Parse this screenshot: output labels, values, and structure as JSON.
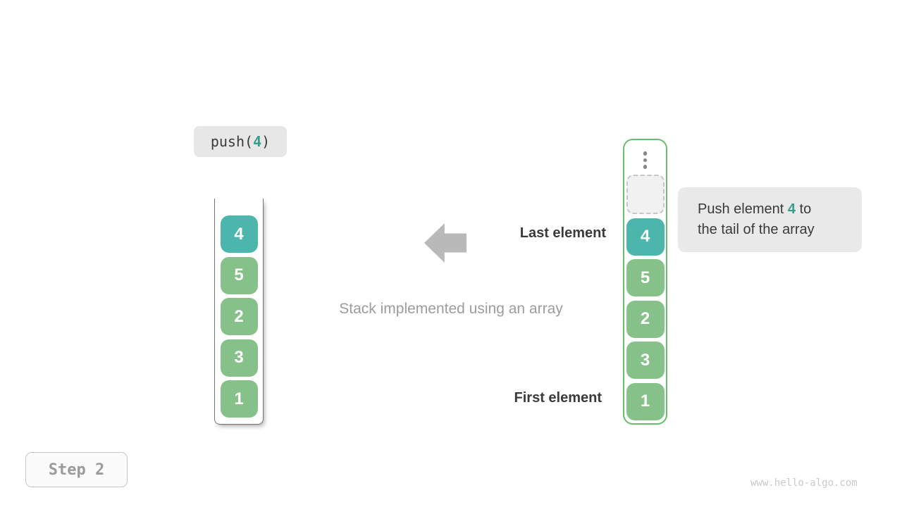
{
  "colors": {
    "teal": "#4db6ac",
    "green": "#86c189",
    "container_border_green": "#6abd6e",
    "arrow_gray": "#b9b9b9",
    "tooltip_bg": "#e9e9e9",
    "label_dark": "#3a3a3a",
    "caption_gray": "#9c9c9e",
    "highlight_text_teal": "#359d8e",
    "badge_gray": "#9b9b9b",
    "watermark_gray": "#c9c9c9"
  },
  "operation": {
    "prefix": "push(",
    "arg": "4",
    "suffix": ")"
  },
  "caption": "Stack implemented using an array",
  "labels": {
    "last": "Last element",
    "first": "First element"
  },
  "icons": {
    "arrow": "left-arrow",
    "ellipsis": "vertical-ellipsis-dots",
    "empty_slot": "dashed-empty-slot"
  },
  "stacks": {
    "left": {
      "cells": [
        {
          "value": "4",
          "highlight": true
        },
        {
          "value": "5",
          "highlight": false
        },
        {
          "value": "2",
          "highlight": false
        },
        {
          "value": "3",
          "highlight": false
        },
        {
          "value": "1",
          "highlight": false
        }
      ]
    },
    "right": {
      "cells": [
        {
          "value": "4",
          "highlight": true
        },
        {
          "value": "5",
          "highlight": false
        },
        {
          "value": "2",
          "highlight": false
        },
        {
          "value": "3",
          "highlight": false
        },
        {
          "value": "1",
          "highlight": false
        }
      ]
    }
  },
  "tooltip": {
    "line1_prefix": "Push element ",
    "highlight": "4",
    "line1_suffix": " to",
    "line2": "the tail of the array"
  },
  "step_badge": "Step 2",
  "watermark": "www.hello-algo.com"
}
